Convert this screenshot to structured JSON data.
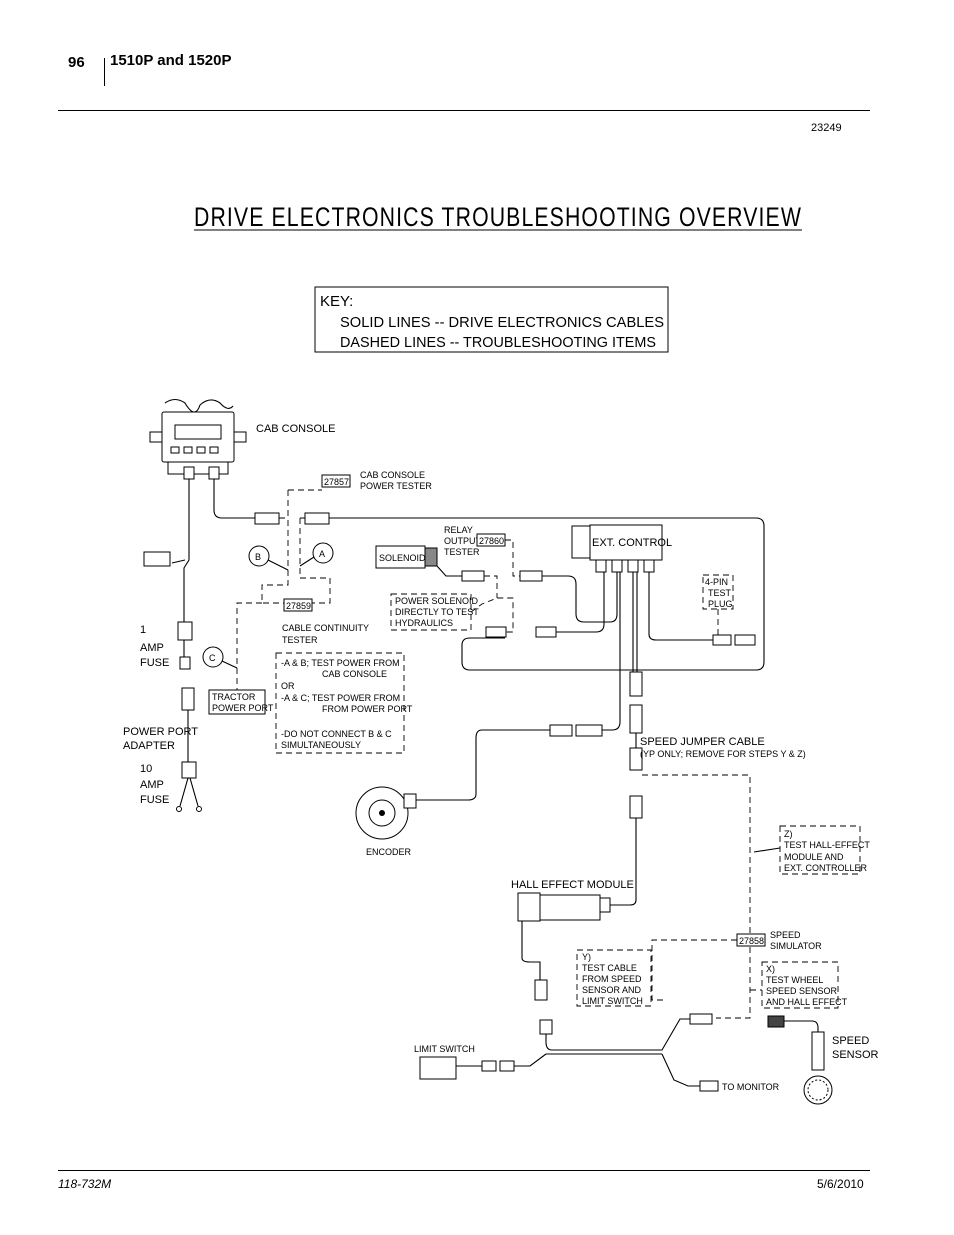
{
  "header": {
    "page_number": "96",
    "title": "1510P and 1520P",
    "figure_number": "23249"
  },
  "footer": {
    "doc_code": "118-732M",
    "date": "5/6/2010"
  },
  "diagram": {
    "title": "DRIVE ELECTRONICS TROUBLESHOOTING OVERVIEW",
    "key": {
      "heading": "KEY:",
      "line1": "SOLID LINES -- DRIVE ELECTRONICS CABLES",
      "line2": "DASHED LINES -- TROUBLESHOOTING ITEMS"
    },
    "labels": {
      "cab_console": "CAB CONSOLE",
      "cab_tester_part": "27857",
      "cab_tester_1": "CAB CONSOLE",
      "cab_tester_2": "POWER TESTER",
      "solenoid": "SOLENOID",
      "relay_1": "RELAY",
      "relay_2": "OUTPUT",
      "relay_part": "27860",
      "relay_3": "TESTER",
      "ext_control": "EXT. CONTROL",
      "power_sol_1": "POWER SOLENOID",
      "power_sol_2": "DIRECTLY TO TEST",
      "power_sol_3": "HYDRAULICS",
      "test_plug_1": "4-PIN",
      "test_plug_2": "TEST",
      "test_plug_3": "PLUG",
      "circle_b": "B",
      "circle_a": "A",
      "circle_c": "C",
      "cont_part": "27859",
      "cont_1": "CABLE CONTINUITY",
      "cont_2": "TESTER",
      "fuse1_1": "1",
      "fuse1_2": "AMP",
      "fuse1_3": "FUSE",
      "tractor_1": "TRACTOR",
      "tractor_2": "POWER PORT",
      "note_1": "-A & B; TEST POWER FROM",
      "note_2": "CAB CONSOLE",
      "note_3": "OR",
      "note_4": "-A & C; TEST POWER FROM",
      "note_5": "FROM POWER PORT",
      "note_6": "-DO NOT CONNECT B & C",
      "note_7": "SIMULTANEOUSLY",
      "ppa_1": "POWER PORT",
      "ppa_2": "ADAPTER",
      "fuse10_1": "10",
      "fuse10_2": "AMP",
      "fuse10_3": "FUSE",
      "jumper_1": "SPEED JUMPER CABLE",
      "jumper_2": "(YP ONLY; REMOVE FOR STEPS Y & Z)",
      "encoder": "ENCODER",
      "z_1": "Z)",
      "z_2": "TEST HALL-EFFECT",
      "z_3": "MODULE AND",
      "z_4": "EXT. CONTROLLER",
      "hall": "HALL EFFECT MODULE",
      "sim_part": "27858",
      "sim_1": "SPEED",
      "sim_2": "SIMULATOR",
      "y_1": "Y)",
      "y_2": "TEST CABLE",
      "y_3": "FROM SPEED",
      "y_4": "SENSOR AND",
      "y_5": "LIMIT SWITCH",
      "x_1": "X)",
      "x_2": "TEST WHEEL",
      "x_3": "SPEED SENSOR",
      "x_4": "AND HALL EFFECT",
      "limit": "LIMIT SWITCH",
      "sensor_1": "SPEED",
      "sensor_2": "SENSOR",
      "to_monitor": "TO MONITOR"
    }
  }
}
